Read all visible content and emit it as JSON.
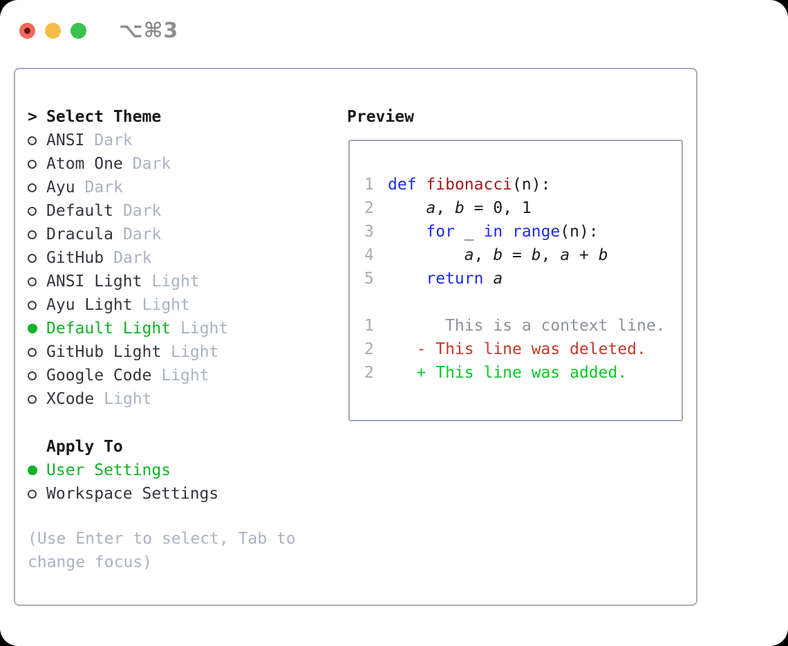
{
  "titlebar": {
    "title": "⌥⌘3",
    "buttons": [
      "close",
      "minimize",
      "zoom"
    ]
  },
  "theme_selector": {
    "cursor": ">",
    "title": "Select Theme",
    "themes": [
      {
        "name": "ANSI",
        "tag": "Dark",
        "selected": false
      },
      {
        "name": "Atom One",
        "tag": "Dark",
        "selected": false
      },
      {
        "name": "Ayu",
        "tag": "Dark",
        "selected": false
      },
      {
        "name": "Default",
        "tag": "Dark",
        "selected": false
      },
      {
        "name": "Dracula",
        "tag": "Dark",
        "selected": false
      },
      {
        "name": "GitHub",
        "tag": "Dark",
        "selected": false
      },
      {
        "name": "ANSI Light",
        "tag": "Light",
        "selected": false
      },
      {
        "name": "Ayu Light",
        "tag": "Light",
        "selected": false
      },
      {
        "name": "Default Light",
        "tag": "Light",
        "selected": true
      },
      {
        "name": "GitHub Light",
        "tag": "Light",
        "selected": false
      },
      {
        "name": "Google Code",
        "tag": "Light",
        "selected": false
      },
      {
        "name": "XCode",
        "tag": "Light",
        "selected": false
      }
    ]
  },
  "apply_to": {
    "heading": "Apply To",
    "options": [
      {
        "label": "User Settings",
        "selected": true
      },
      {
        "label": "Workspace Settings",
        "selected": false
      }
    ]
  },
  "help_text": "(Use Enter to select, Tab to change focus)",
  "preview": {
    "title": "Preview",
    "lines": [
      {
        "num": "1",
        "tokens": [
          [
            "def",
            "kw"
          ],
          [
            " ",
            "pl"
          ],
          [
            "fibonacci",
            "fn"
          ],
          [
            "(n):",
            "pl"
          ]
        ]
      },
      {
        "num": "2",
        "tokens": [
          [
            "    ",
            "pl"
          ],
          [
            "a",
            "var"
          ],
          [
            ", ",
            "pl"
          ],
          [
            "b",
            "var"
          ],
          [
            " = 0, 1",
            "pl"
          ]
        ]
      },
      {
        "num": "3",
        "tokens": [
          [
            "    ",
            "pl"
          ],
          [
            "for",
            "kw"
          ],
          [
            " _ ",
            "pl"
          ],
          [
            "in",
            "kw"
          ],
          [
            " ",
            "pl"
          ],
          [
            "range",
            "kw"
          ],
          [
            "(n):",
            "pl"
          ]
        ]
      },
      {
        "num": "4",
        "tokens": [
          [
            "        ",
            "pl"
          ],
          [
            "a",
            "var"
          ],
          [
            ", ",
            "pl"
          ],
          [
            "b",
            "var"
          ],
          [
            " = ",
            "pl"
          ],
          [
            "b",
            "var"
          ],
          [
            ", ",
            "pl"
          ],
          [
            "a",
            "var"
          ],
          [
            " + ",
            "pl"
          ],
          [
            "b",
            "var"
          ]
        ]
      },
      {
        "num": "5",
        "tokens": [
          [
            "    ",
            "pl"
          ],
          [
            "return",
            "kw"
          ],
          [
            " ",
            "pl"
          ],
          [
            "a",
            "var"
          ]
        ]
      },
      {
        "num": "",
        "tokens": []
      },
      {
        "num": "1",
        "tokens": [
          [
            "      This is a context line.",
            "ctx"
          ]
        ]
      },
      {
        "num": "2",
        "tokens": [
          [
            "   - This line was deleted.",
            "del"
          ]
        ]
      },
      {
        "num": "2",
        "tokens": [
          [
            "   + This line was added.",
            "add"
          ]
        ]
      }
    ]
  },
  "colors": {
    "accent_green": "#12b227",
    "diff_added_green": "#0dc626",
    "diff_deleted_red": "#c33a29",
    "keyword_blue": "#1e2be7",
    "function_red": "#a31b1b",
    "line_number_gray": "#a3acbb",
    "muted_gray": "#a9b3c1",
    "text_dark": "#33363c",
    "traffic_red": "#f0685c",
    "traffic_yellow": "#f5bc49",
    "traffic_green": "#3ac14e"
  }
}
